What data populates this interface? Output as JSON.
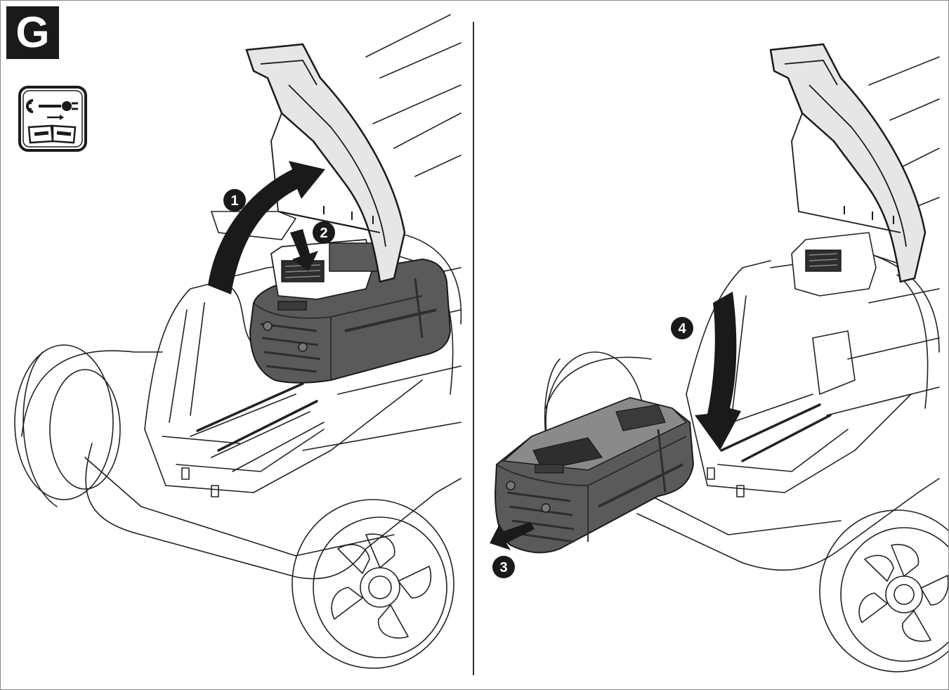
{
  "figure": {
    "letter": "G"
  },
  "icons": {
    "disconnect_manual": "plug-disconnect-read-manual-icon"
  },
  "steps": [
    {
      "number": "1",
      "description_icon": "arrow-open-cover-icon"
    },
    {
      "number": "2",
      "description_icon": "arrow-press-release-icon"
    },
    {
      "number": "3",
      "description_icon": "arrow-remove-battery-icon"
    },
    {
      "number": "4",
      "description_icon": "arrow-close-cover-icon"
    }
  ],
  "colors": {
    "ink": "#1a1a1a",
    "battery_body": "#5a5a5a",
    "battery_dark": "#2e2e2e",
    "cover_fill": "#e6e6e6",
    "line": "#222222"
  }
}
